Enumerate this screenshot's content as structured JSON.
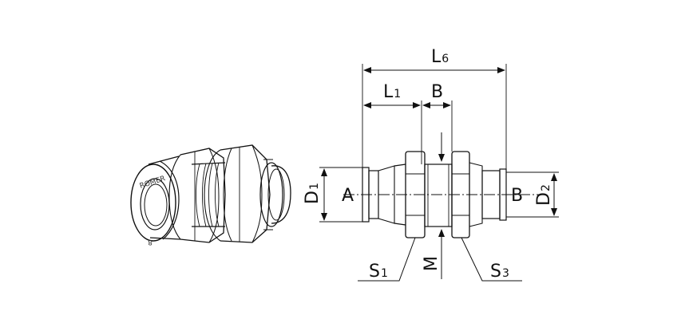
{
  "figure": {
    "stamp_text": "ROMER",
    "stamp_size": "8",
    "labels": {
      "L6": {
        "main": "L",
        "sub": "6"
      },
      "L1": {
        "main": "L",
        "sub": "1"
      },
      "B_top": {
        "main": "B"
      },
      "D1": {
        "main": "D",
        "sub": "1"
      },
      "A": {
        "main": "A"
      },
      "B_right": {
        "main": "B"
      },
      "D2": {
        "main": "D",
        "sub": "2"
      },
      "S1": {
        "main": "S",
        "sub": "1"
      },
      "M": {
        "main": "M"
      },
      "S3": {
        "main": "S",
        "sub": "3"
      }
    }
  }
}
